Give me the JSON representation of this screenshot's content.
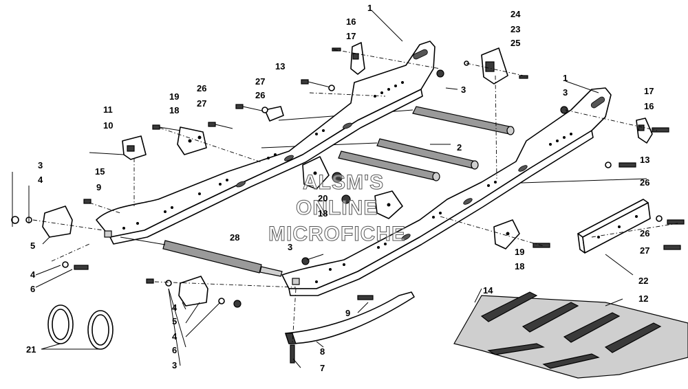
{
  "callouts": {
    "c1a": "1",
    "c1b": "1",
    "c2": "2",
    "c3a": "3",
    "c3b": "3",
    "c3c": "3",
    "c3d": "3",
    "c3e": "3",
    "c4a": "4",
    "c4b": "4",
    "c4c": "4",
    "c4d": "4",
    "c5a": "5",
    "c5b": "5",
    "c6a": "6",
    "c6b": "6",
    "c7": "7",
    "c8": "8",
    "c9a": "9",
    "c9b": "9",
    "c10": "10",
    "c11": "11",
    "c12": "12",
    "c13a": "13",
    "c13b": "13",
    "c14": "14",
    "c15": "15",
    "c16a": "16",
    "c16b": "16",
    "c17a": "17",
    "c17b": "17",
    "c18a": "18",
    "c18b": "18",
    "c18c": "18",
    "c19a": "19",
    "c19b": "19",
    "c20": "20",
    "c21": "21",
    "c22": "22",
    "c23": "23",
    "c24": "24",
    "c25": "25",
    "c26a": "26",
    "c26b": "26",
    "c26c": "26",
    "c26d": "26",
    "c27a": "27",
    "c27b": "27",
    "c27c": "27",
    "c28": "28"
  },
  "watermark": {
    "line1": "ALSM'S",
    "line2": "ONLINE",
    "line3": "MICROFICHE"
  }
}
